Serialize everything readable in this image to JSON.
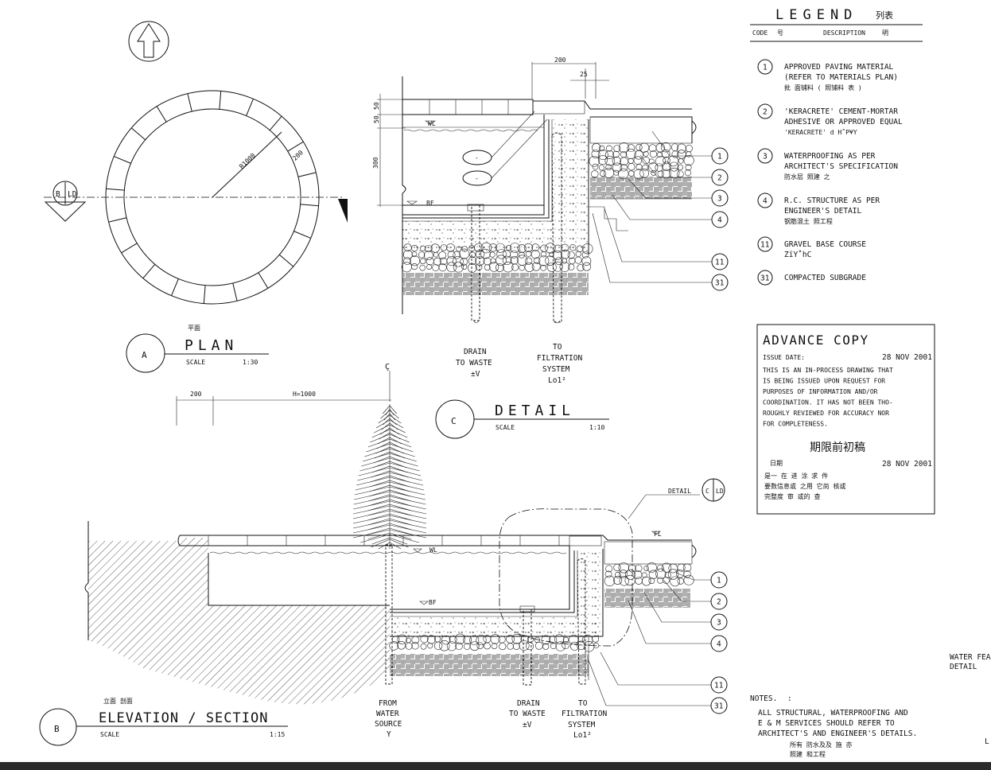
{
  "legend": {
    "title": "LEGEND",
    "title_cn": "列表",
    "code_header": "CODE",
    "code_header_cn": "号",
    "desc_header": "DESCRIPTION",
    "desc_header_cn": "明",
    "items": [
      {
        "code": "1",
        "lines": [
          "APPROVED PAVING MATERIAL",
          "(REFER TO MATERIALS PLAN)",
          "批 面铺料     ( 照铺料 表     )"
        ]
      },
      {
        "code": "2",
        "lines": [
          "'KERACRETE' CEMENT-MORTAR",
          "ADHESIVE OR APPROVED EQUAL",
          "'KERACRETE'     d   H˚P¥Y"
        ]
      },
      {
        "code": "3",
        "lines": [
          "WATERPROOFING AS PER",
          "ARCHITECT'S SPECIFICATION",
          "防水层 照建          之"
        ]
      },
      {
        "code": "4",
        "lines": [
          "R.C. STRUCTURE AS PER",
          "ENGINEER'S DETAIL",
          "钢筋混土           照工程"
        ]
      },
      {
        "code": "11",
        "lines": [
          "GRAVEL BASE COURSE",
          "ZïY˚hC"
        ]
      },
      {
        "code": "31",
        "lines": [
          "COMPACTED SUBGRADE"
        ]
      }
    ]
  },
  "advance": {
    "title": "ADVANCE COPY",
    "issue_label": "ISSUE DATE:",
    "issue_date": "28 NOV 2001",
    "body": [
      "THIS IS AN  IN-PROCESS DRAWING THAT",
      "IS BEING ISSUED  UPON REQUEST  FOR",
      "PURPOSES OF  INFORMATION  AND/OR",
      "COORDINATION.  IT HAS NOT BEEN THO-",
      "ROUGHLY REVIEWED FOR ACCURACY NOR",
      "FOR COMPLETENESS."
    ],
    "cn_title": "期限前初稿",
    "date_label_cn": "日期",
    "date2": "28 NOV 2001",
    "cn_lines": [
      "是一  在 进 涂 求    件",
      "要数信息或  之用  它尚  核或",
      "完整度 审   或的  查"
    ]
  },
  "plan": {
    "marker": "A",
    "title": "PLAN",
    "title_cn": "平面",
    "scale_label": "SCALE",
    "scale": "1:30",
    "radius_label": "R1000",
    "width_label": "200",
    "section_b": "B",
    "section_ld": "LD"
  },
  "detail": {
    "marker": "C",
    "title": "DETAIL",
    "scale_label": "SCALE",
    "scale": "1:10",
    "dim_200": "200",
    "dim_25": "25",
    "dim_50a": "50",
    "dim_50b": "50",
    "dim_300": "300",
    "wl": "WL",
    "bf": "BF",
    "oval1": "-",
    "oval2": "-",
    "drain": [
      "DRAIN",
      "TO WASTE",
      "±V"
    ],
    "filtration": [
      "TO",
      "FILTRATION",
      "SYSTEM",
      "Lo1²"
    ],
    "callouts": [
      "1",
      "2",
      "3",
      "4",
      "11",
      "31"
    ]
  },
  "elevation": {
    "marker": "B",
    "title": "ELEVATION / SECTION",
    "title_cn": "立面  剖面",
    "scale_label": "SCALE",
    "scale": "1:15",
    "dim_200": "200",
    "dim_h": "H=1000",
    "centerline": "Ç",
    "detail_label": "DETAIL",
    "detail_ref_c": "C",
    "detail_ref_ld": "LD",
    "fl": "FL",
    "wl": "WL",
    "bf": "BF",
    "from_water": [
      "FROM",
      "WATER",
      "SOURCE",
      "Y"
    ],
    "drain": [
      "DRAIN",
      "TO WASTE",
      "±V"
    ],
    "filtration": [
      "TO",
      "FILTRATION",
      "SYSTEM",
      "Lo1²"
    ],
    "callouts": [
      "1",
      "2",
      "3",
      "4",
      "11",
      "31"
    ]
  },
  "notes": {
    "title": "NOTES.",
    "title_cn": ":",
    "lines": [
      "ALL STRUCTURAL, WATERPROOFING AND",
      "E & M SERVICES SHOULD REFER TO",
      "ARCHITECT'S AND ENGINEER'S DETAILS."
    ],
    "cn_lines": [
      "所有    防水及及  施   亦",
      "照建    和工程"
    ]
  },
  "titleblock": {
    "lines": [
      "WATER FEA",
      "DETAIL"
    ],
    "corner": "L"
  }
}
